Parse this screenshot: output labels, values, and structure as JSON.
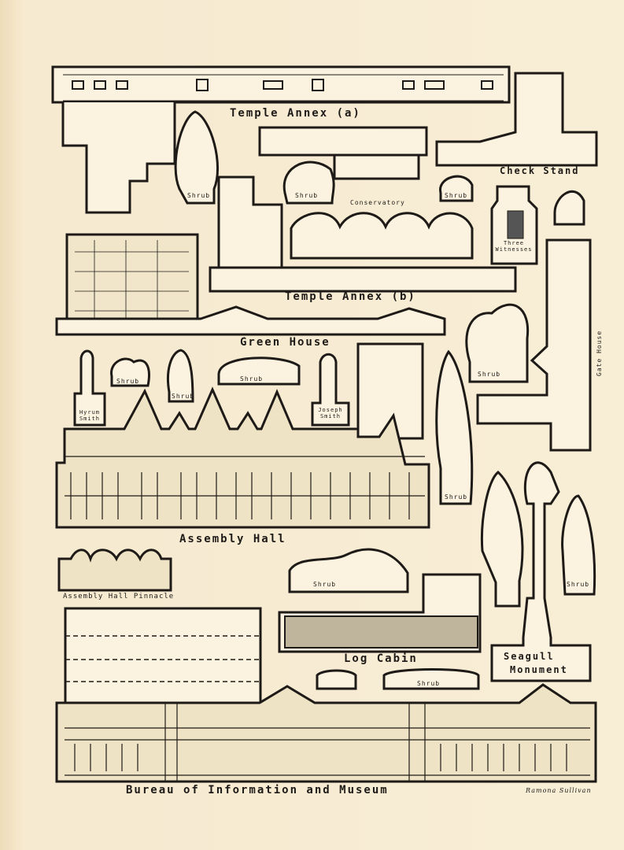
{
  "labels": {
    "temple_annex_a": "Temple Annex (a)",
    "check_stand": "Check Stand",
    "conservatory": "Conservatory",
    "three_witnesses": "Three Witnesses",
    "temple_annex_b": "Temple Annex (b)",
    "green_house": "Green House",
    "gate_house": "Gate House",
    "hyrum_smith": "Hyrum Smith",
    "joseph_smith": "Joseph Smith",
    "assembly_hall": "Assembly Hall",
    "assembly_hall_pinnacle": "Assembly Hall Pinnacle",
    "log_cabin": "Log Cabin",
    "seagull": "Seagull",
    "monument": "Monument",
    "bureau": "Bureau of Information and Museum",
    "signature": "Ramona Sullivan",
    "shrub": "Shrub"
  },
  "colors": {
    "paper": "#f8eed6",
    "ink": "#1e1a17"
  }
}
